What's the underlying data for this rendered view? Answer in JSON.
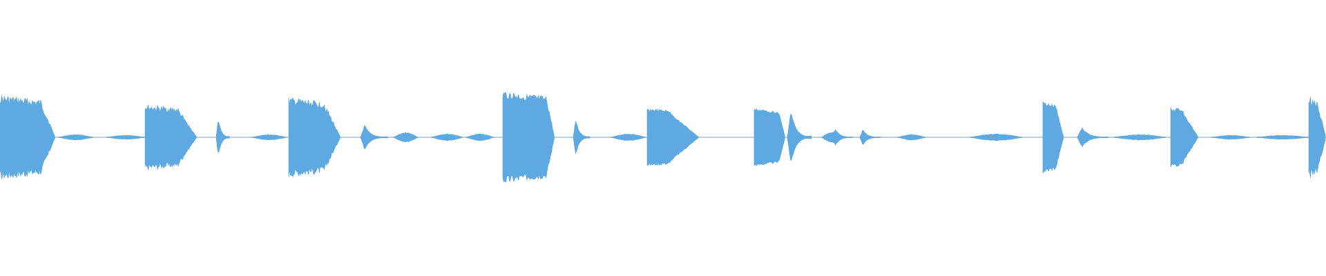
{
  "waveform": {
    "color": "#5ea9e2",
    "background": "#ffffff",
    "hits": [
      {
        "kind": "loud",
        "peak": 0.62,
        "decay": 0.25,
        "jitter": 0.22
      },
      {
        "kind": "tail",
        "peak": 0.04
      },
      {
        "kind": "tail",
        "peak": 0.03
      },
      {
        "kind": "loud",
        "peak": 0.48,
        "decay": 0.35,
        "jitter": 0.2
      },
      {
        "kind": "medium",
        "peak": 0.3
      },
      {
        "kind": "tail",
        "peak": 0.04
      },
      {
        "kind": "loud",
        "peak": 0.58,
        "decay": 0.3,
        "jitter": 0.2
      },
      {
        "kind": "medium",
        "peak": 0.18
      },
      {
        "kind": "small",
        "peak": 0.07
      },
      {
        "kind": "small",
        "peak": 0.05
      },
      {
        "kind": "small",
        "peak": 0.05
      },
      {
        "kind": "loud",
        "peak": 0.68,
        "decay": 0.15,
        "jitter": 0.18
      },
      {
        "kind": "medium",
        "peak": 0.27
      },
      {
        "kind": "small",
        "peak": 0.05
      },
      {
        "kind": "loud",
        "peak": 0.42,
        "decay": 0.55,
        "jitter": 0.1
      },
      {
        "kind": "loud",
        "peak": 0.42,
        "decay": 0.2,
        "jitter": 0.08
      },
      {
        "kind": "medium",
        "peak": 0.4
      },
      {
        "kind": "small",
        "peak": 0.08
      },
      {
        "kind": "medium",
        "peak": 0.13
      },
      {
        "kind": "medium",
        "peak": 0.12
      },
      {
        "kind": "small",
        "peak": 0.04
      },
      {
        "kind": "small",
        "peak": 0.05
      },
      {
        "kind": "loud",
        "peak": 0.52,
        "decay": 0.35,
        "jitter": 0.12
      },
      {
        "kind": "medium",
        "peak": 0.15
      },
      {
        "kind": "small",
        "peak": 0.04
      },
      {
        "kind": "loud",
        "peak": 0.44,
        "decay": 0.55,
        "jitter": 0.12
      },
      {
        "kind": "small",
        "peak": 0.03
      },
      {
        "kind": "small",
        "peak": 0.03
      },
      {
        "kind": "loud",
        "peak": 0.6,
        "decay": 0.5,
        "jitter": 0.2
      },
      {
        "kind": "tail",
        "peak": 0.06
      }
    ]
  }
}
